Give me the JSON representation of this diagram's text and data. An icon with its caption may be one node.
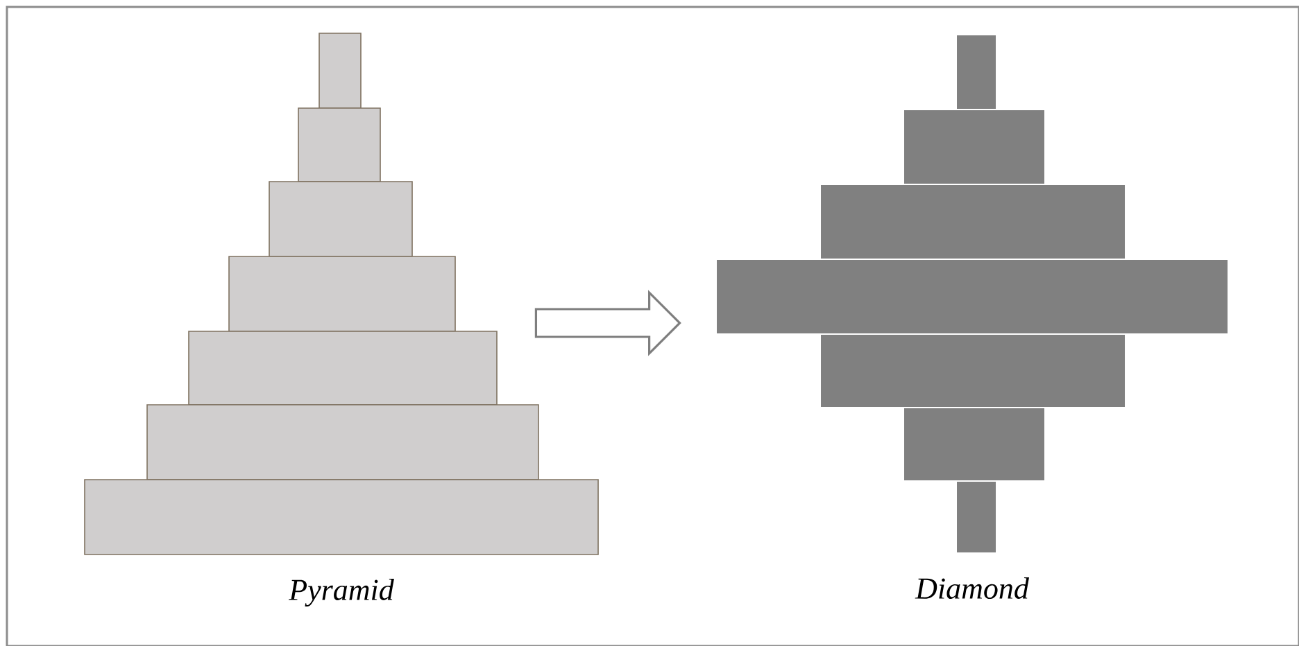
{
  "diagram": {
    "nodes": [
      {
        "text": [
          "Pyramid"
        ]
      },
      {
        "text": [
          "Diamond"
        ]
      }
    ],
    "edges": [
      {
        "from": 0,
        "to": 1,
        "arrow": "to"
      }
    ]
  }
}
